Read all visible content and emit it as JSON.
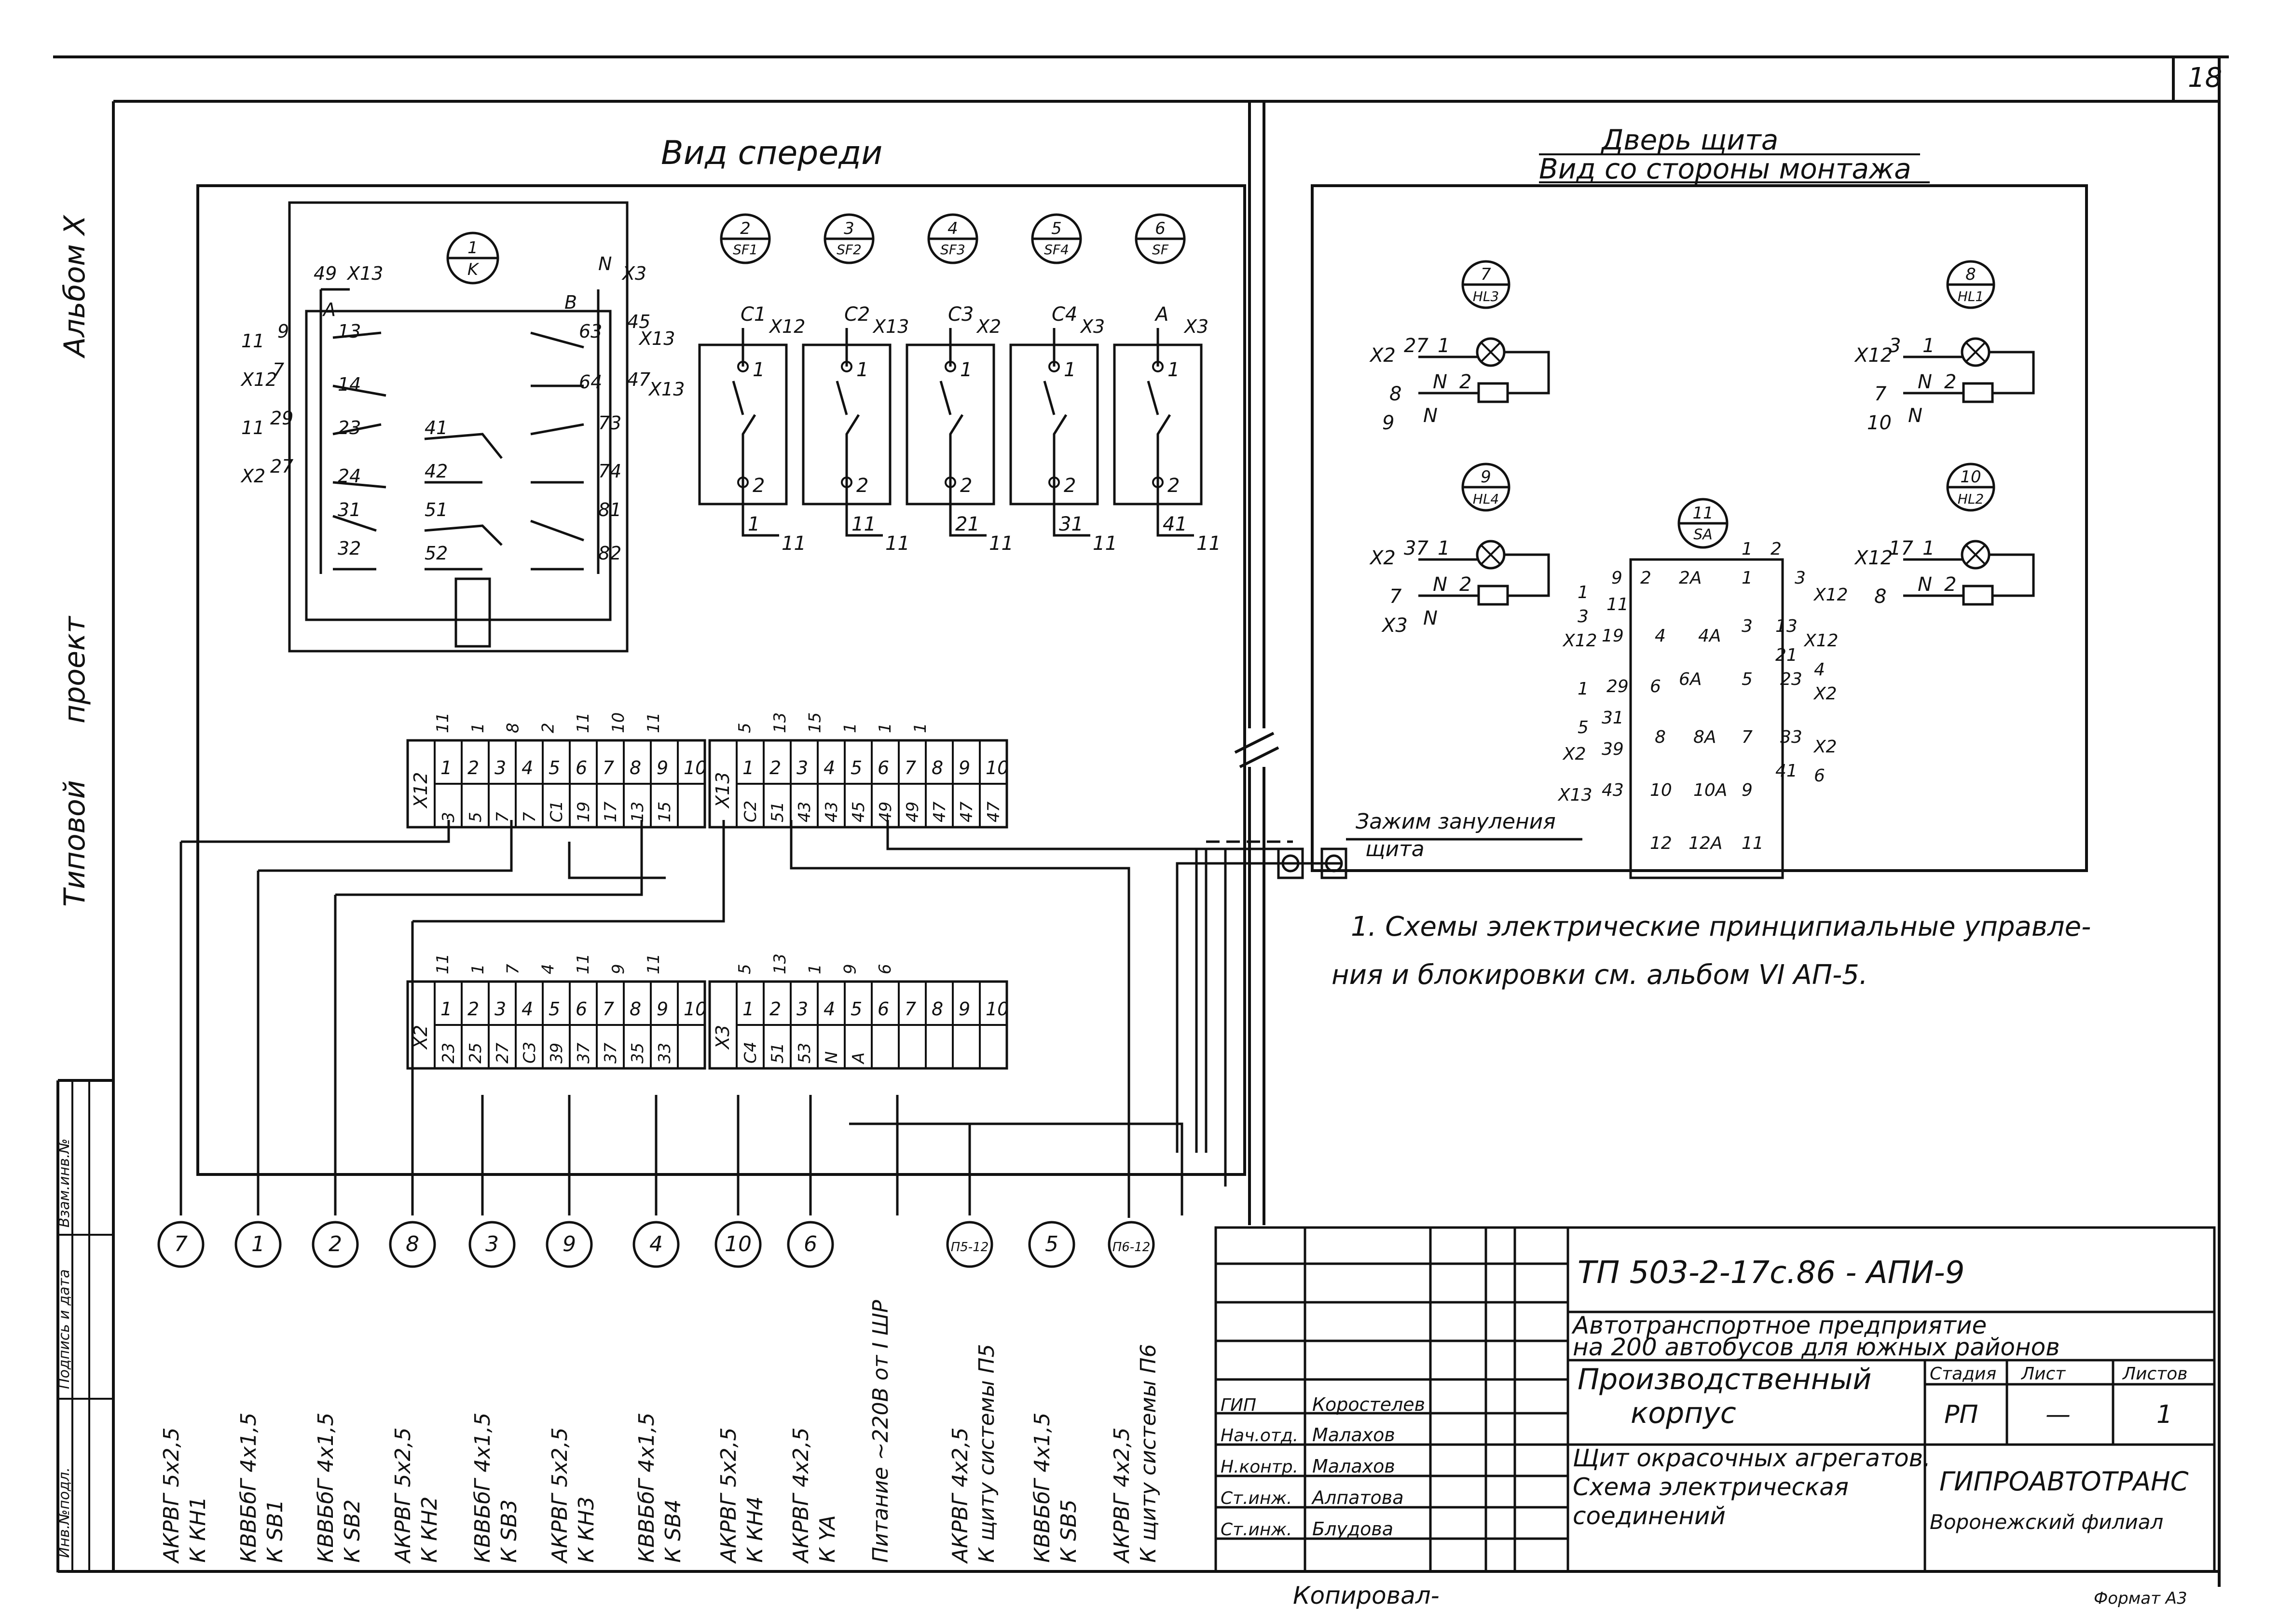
{
  "sheet": {
    "page_number": "18",
    "side_labels": [
      "Альбом Х",
      "Типовой",
      "проект"
    ],
    "stamp_column": [
      "Инв.№подл.",
      "Подпись и дата",
      "Взам.инв.№"
    ]
  },
  "front_view": {
    "title": "Вид спереди",
    "devices": [
      {
        "num": "1",
        "code": "K"
      },
      {
        "num": "2",
        "code": "SF1"
      },
      {
        "num": "3",
        "code": "SF2"
      },
      {
        "num": "4",
        "code": "SF3"
      },
      {
        "num": "5",
        "code": "SF4"
      },
      {
        "num": "6",
        "code": "SF"
      }
    ],
    "relay_labels": [
      "49",
      "X13",
      "A",
      "13",
      "9",
      "11",
      "7",
      "X12",
      "14",
      "29",
      "11",
      "23",
      "27",
      "X2",
      "24",
      "31",
      "32",
      "41",
      "42",
      "51",
      "52",
      "N",
      "X3",
      "B",
      "45",
      "63",
      "X13",
      "64",
      "47",
      "X13",
      "73",
      "74",
      "81",
      "82"
    ],
    "breakers": [
      {
        "top": "C1",
        "strip": "X12",
        "bottom": "1",
        "out": "11"
      },
      {
        "top": "C2",
        "strip": "X13",
        "bottom": "11",
        "out": "11"
      },
      {
        "top": "C3",
        "strip": "X2",
        "bottom": "21",
        "out": "11"
      },
      {
        "top": "C4",
        "strip": "X3",
        "bottom": "31",
        "out": "11"
      },
      {
        "top": "A",
        "strip": "X3",
        "bottom": "41",
        "out": "11"
      }
    ],
    "terminal_strip_upper": {
      "left_id": "X12",
      "right_id": "X13",
      "left_top": [
        "11",
        "1",
        "8",
        "2",
        "11",
        "10",
        "11"
      ],
      "left_positions": [
        "1",
        "2",
        "3",
        "4",
        "5",
        "6",
        "7",
        "8",
        "9",
        "10"
      ],
      "left_wires": [
        "3",
        "5",
        "7",
        "7",
        "C1",
        "19",
        "17",
        "13",
        "15",
        ""
      ],
      "right_top": [
        "5",
        "13",
        "15",
        "1",
        "1",
        "1"
      ],
      "right_positions": [
        "1",
        "2",
        "3",
        "4",
        "5",
        "6",
        "7",
        "8",
        "9",
        "10"
      ],
      "right_wires": [
        "C2",
        "51",
        "43",
        "43",
        "45",
        "49",
        "49",
        "47",
        "47",
        "47"
      ]
    },
    "terminal_strip_lower": {
      "left_id": "X2",
      "right_id": "X3",
      "left_top": [
        "11",
        "1",
        "7",
        "4",
        "11",
        "9",
        "11"
      ],
      "left_positions": [
        "1",
        "2",
        "3",
        "4",
        "5",
        "6",
        "7",
        "8",
        "9",
        "10"
      ],
      "left_wires": [
        "23",
        "25",
        "27",
        "C3",
        "39",
        "37",
        "37",
        "35",
        "33",
        ""
      ],
      "right_top": [
        "5",
        "13",
        "1",
        "9",
        "6"
      ],
      "right_positions": [
        "1",
        "2",
        "3",
        "4",
        "5",
        "6",
        "7",
        "8",
        "9",
        "10"
      ],
      "right_wires": [
        "C4",
        "51",
        "53",
        "N",
        "A",
        "",
        "",
        "",
        "",
        ""
      ]
    }
  },
  "door": {
    "title_1": "Дверь щита",
    "title_2": "Вид со стороны монтажа",
    "lamps": [
      {
        "num": "7",
        "code": "HL3",
        "labels": [
          "X2",
          "27",
          "1",
          "8",
          "N",
          "2",
          "9",
          "N"
        ]
      },
      {
        "num": "8",
        "code": "HL1",
        "labels": [
          "X12",
          "3",
          "1",
          "7",
          "N",
          "2",
          "10",
          "N"
        ]
      },
      {
        "num": "9",
        "code": "HL4",
        "labels": [
          "X2",
          "37",
          "1",
          "7",
          "N",
          "2",
          "X3",
          "N"
        ]
      },
      {
        "num": "10",
        "code": "HL2",
        "labels": [
          "X12",
          "17",
          "1",
          "8",
          "N",
          "2"
        ]
      }
    ],
    "switch": {
      "num": "11",
      "code": "SA",
      "labels": [
        "1",
        "2",
        "9",
        "2",
        "2A",
        "1",
        "3",
        "X12",
        "1",
        "3",
        "11",
        "X12",
        "19",
        "4",
        "4A",
        "3",
        "13",
        "X12",
        "21",
        "4",
        "6A",
        "5",
        "23",
        "X2",
        "1",
        "29",
        "6",
        "5",
        "31",
        "8",
        "8A",
        "7",
        "33",
        "X2",
        "X2",
        "39",
        "41",
        "6",
        "X13",
        "43",
        "10",
        "10A",
        "9",
        "12",
        "12A",
        "11"
      ]
    },
    "ground_label_1": "Зажим зануления",
    "ground_label_2": "щита"
  },
  "note": {
    "line1": "1. Схемы электрические принципиальные управле-",
    "line2": "ния и блокировки см. альбом VI  АП-5."
  },
  "cables": [
    {
      "num": "7",
      "type": "АКРВГ 5х2,5",
      "dest": "К КН1"
    },
    {
      "num": "1",
      "type": "КВВБбГ 4х1,5",
      "dest": "К SB1"
    },
    {
      "num": "2",
      "type": "КВВБбГ 4х1,5",
      "dest": "К SB2"
    },
    {
      "num": "8",
      "type": "АКРВГ 5х2,5",
      "dest": "К КН2"
    },
    {
      "num": "3",
      "type": "КВВБбГ 4х1,5",
      "dest": "К SB3"
    },
    {
      "num": "9",
      "type": "АКРВГ 5х2,5",
      "dest": "К КН3"
    },
    {
      "num": "4",
      "type": "КВВБбГ 4х1,5",
      "dest": "К SB4"
    },
    {
      "num": "10",
      "type": "АКРВГ 5х2,5",
      "dest": "К КН4"
    },
    {
      "num": "6",
      "type": "АКРВГ 4х2,5",
      "dest": "К YA"
    },
    {
      "num": "",
      "type": "Питание ~220В от I ШР",
      "dest": ""
    },
    {
      "num": "П5-12",
      "type": "АКРВГ 4х2,5",
      "dest": "К щиту системы П5"
    },
    {
      "num": "5",
      "type": "КВВБбГ 4х1,5",
      "dest": "К SB5"
    },
    {
      "num": "П6-12",
      "type": "АКРВГ 4х2,5",
      "dest": "К щиту системы П6"
    }
  ],
  "title_block": {
    "code": "ТП  503-2-17с.86  -   АПИ-9",
    "enterprise_1": "Автотранспортное предприятие",
    "enterprise_2": "на 200 автобусов для южных районов",
    "building_1": "Производственный",
    "building_2": "корпус",
    "sheet_1": "Щит окрасочных агрегатов.",
    "sheet_2": "Схема электрическая",
    "sheet_3": "соединений",
    "stage_header": "Стадия",
    "sheet_header": "Лист",
    "sheets_header": "Листов",
    "stage": "РП",
    "sheet_no": "—",
    "sheets": "1",
    "org_1": "ГИПРОАВТОТРАНС",
    "org_2": "Воронежский филиал",
    "staff": [
      {
        "role": "ГИП",
        "name": "Коростелев"
      },
      {
        "role": "Нач.отд.",
        "name": "Малахов"
      },
      {
        "role": "Н.контр.",
        "name": "Малахов"
      },
      {
        "role": "Ст.инж.",
        "name": "Алпатова"
      },
      {
        "role": "Ст.инж.",
        "name": "Блудова"
      }
    ]
  },
  "footer": {
    "copied": "Копировал-",
    "format": "Формат А3"
  }
}
